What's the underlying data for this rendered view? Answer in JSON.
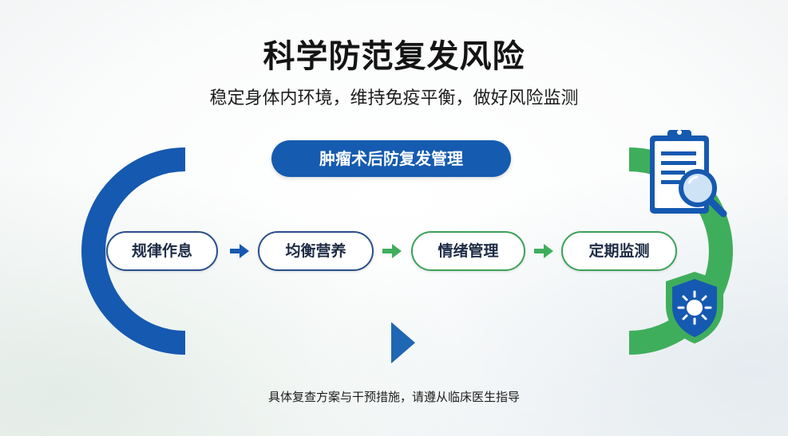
{
  "title": "科学防范复发风险",
  "subtitle": "稳定身体内环境，维持免疫平衡，做好风险监测",
  "banner": "肿瘤术后防复发管理",
  "steps": [
    "规律作息",
    "均衡营养",
    "情绪管理",
    "定期监测"
  ],
  "footer": "具体复查方案与干预措施，请遵从临床医生指导",
  "colors": {
    "blue": "#155bb0",
    "green": "#3fae5c",
    "dark_text": "#1d2b45"
  },
  "icons": [
    "clipboard-magnifier-icon",
    "shield-virus-icon",
    "arrow-right-icon"
  ]
}
